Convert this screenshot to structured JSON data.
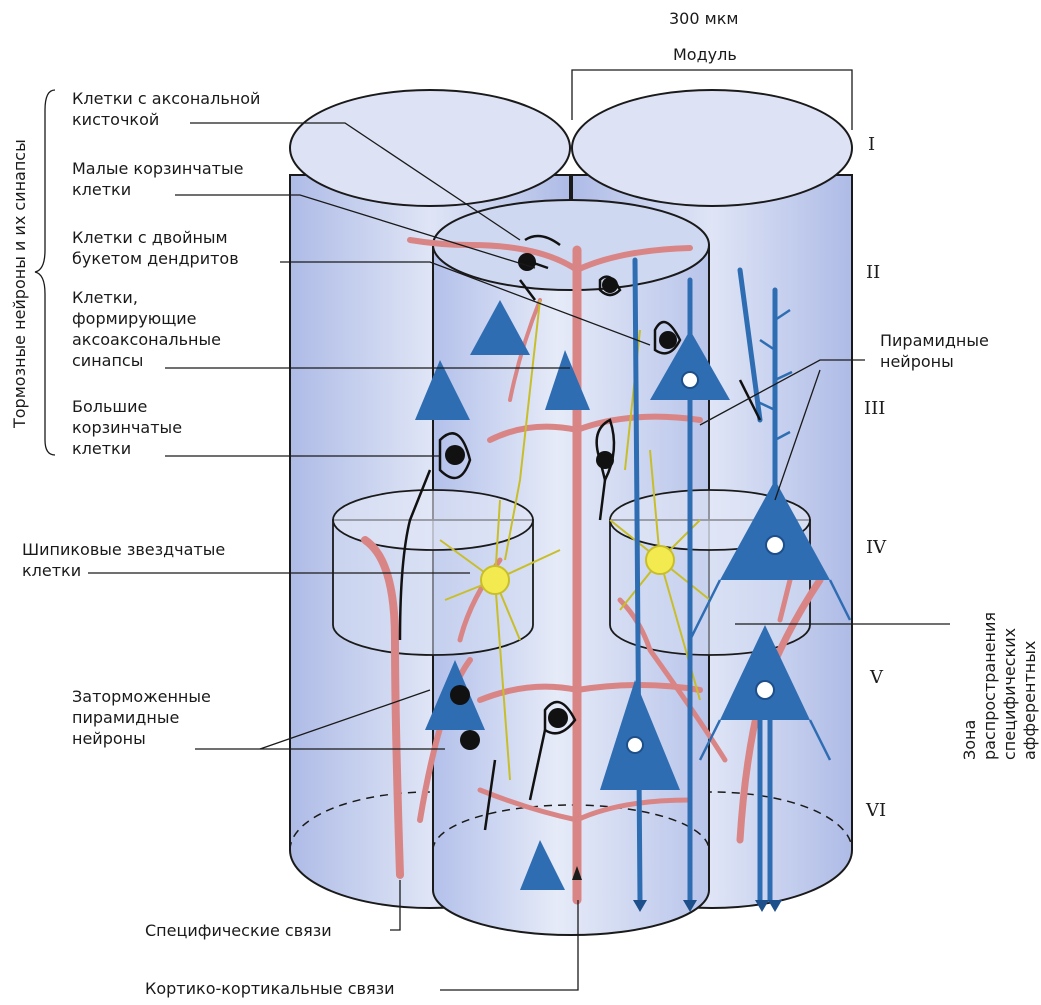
{
  "scale": {
    "size_label": "300 мкм",
    "module_label": "Модуль"
  },
  "inhibitory_group_label": "Тормозные нейроны и их синапсы",
  "left_labels": [
    "Клетки с аксональной\nкисточкой",
    "Малые корзинчатые\nклетки",
    "Клетки с двойным\nбукетом дендритов",
    "Клетки,\nформирующие\nаксоаксональные\nсинапсы",
    "Большие\nкорзинчатые\nклетки",
    "Шипиковые звездчатые\nклетки",
    "Заторможенные\nпирамидные\nнейроны"
  ],
  "right_labels": {
    "pyramidal": "Пирамидные\nнейроны",
    "afferent_zone": "Зона распространения\nспецифических\nафферентных волокон"
  },
  "layers": [
    "I",
    "II",
    "III",
    "IV",
    "V",
    "VI"
  ],
  "bottom_labels": {
    "specific": "Специфические связи",
    "cortico": "Кортико-кортикальные связи"
  },
  "colors": {
    "column_fill": "#c9d3ee",
    "column_stroke": "#1a1a1a",
    "pyramidal": "#2f6db3",
    "dark_pyramidal": "#1d4f8a",
    "dendrite_red": "#d98585",
    "stellate_yellow": "#f2ea4f",
    "inhibitory_black": "#111111"
  }
}
